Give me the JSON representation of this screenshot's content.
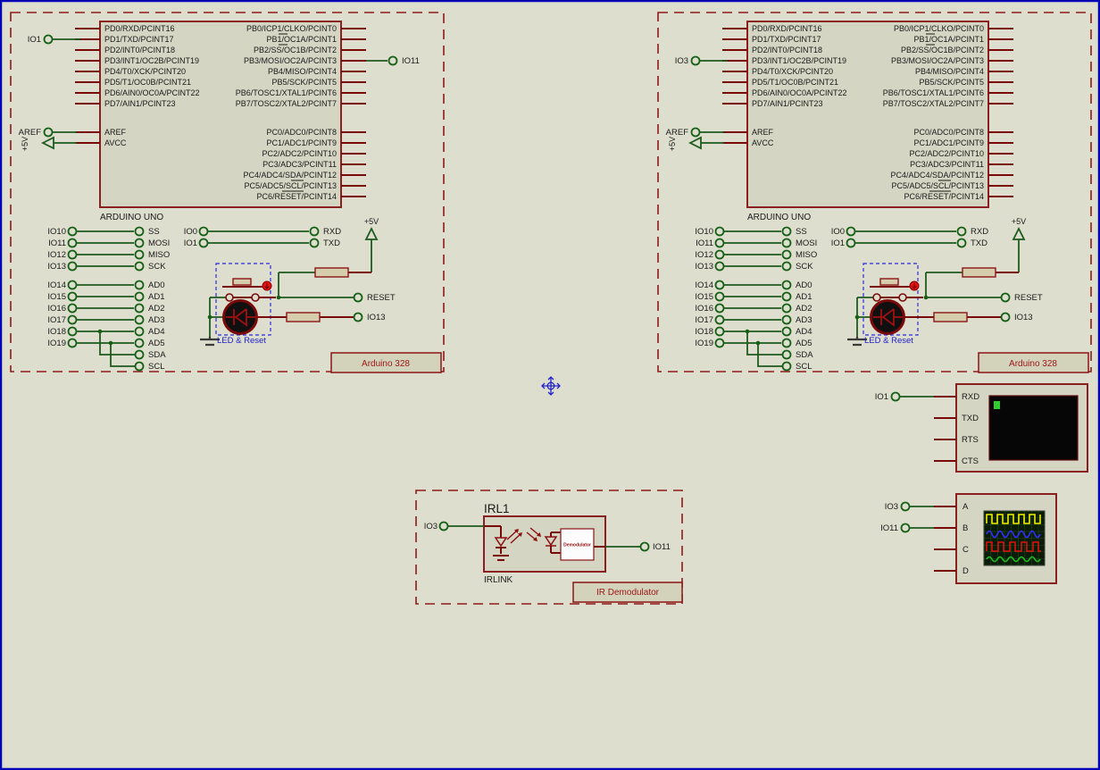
{
  "colors": {
    "canvas_bg": "#dedecf",
    "frame_blue": "#0000b4",
    "wire_green": "#1e5a1e",
    "component_red": "#8b2020",
    "dashed_border_red": "#8f1a1a",
    "selection_blue": "#2a2ae0",
    "tag_text_red": "#9e1414",
    "terminal_cursor_green": "#2ecc2e",
    "trace_yellow": "#f0f000",
    "trace_blue": "#3030ff",
    "trace_red": "#e01010",
    "trace_green": "#20c020"
  },
  "arduino": {
    "title": "ARDUINO UNO",
    "tag": "Arduino 328",
    "aref": "AREF",
    "power": "+5V",
    "reset": "RESET",
    "io13": "IO13",
    "led_reset": "LED & Reset",
    "pins_left": [
      "PD0/RXD/PCINT16",
      "PD1/TXD/PCINT17",
      "PD2/INT0/PCINT18",
      "PD3/INT1/OC2B/PCINT19",
      "PD4/T0/XCK/PCINT20",
      "PD5/T1/OC0B/PCINT21",
      "PD6/AIN0/OC0A/PCINT22",
      "PD7/AIN1/PCINT23",
      "AREF",
      "AVCC"
    ],
    "pins_right_top": [
      "PB0/ICP1/CLKO/PCINT0",
      "PB1/OC1A/PCINT1",
      "PB2/SS/OC1B/PCINT2",
      "PB3/MOSI/OC2A/PCINT3",
      "PB4/MISO/PCINT4",
      "PB5/SCK/PCINT5",
      "PB6/TOSC1/XTAL1/PCINT6",
      "PB7/TOSC2/XTAL2/PCINT7"
    ],
    "pins_right_bottom": [
      "PC0/ADC0/PCINT8",
      "PC1/ADC1/PCINT9",
      "PC2/ADC2/PCINT10",
      "PC3/ADC3/PCINT11",
      "PC4/ADC4/SDA/PCINT12",
      "PC5/ADC5/SCL/PCINT13",
      "PC6/RESET/PCINT14"
    ],
    "spi": [
      [
        "IO10",
        "SS"
      ],
      [
        "IO11",
        "MOSI"
      ],
      [
        "IO12",
        "MISO"
      ],
      [
        "IO13",
        "SCK"
      ]
    ],
    "serial": [
      [
        "IO0",
        "RXD"
      ],
      [
        "IO1",
        "TXD"
      ]
    ],
    "analog": [
      [
        "IO14",
        "AD0"
      ],
      [
        "IO15",
        "AD1"
      ],
      [
        "IO16",
        "AD2"
      ],
      [
        "IO17",
        "AD3"
      ],
      [
        "IO18",
        "AD4"
      ],
      [
        "IO19",
        "AD5"
      ]
    ],
    "i2c": [
      "SDA",
      "SCL"
    ]
  },
  "modules": {
    "left": {
      "input": "IO1",
      "output": "IO11"
    },
    "right": {
      "input": "IO3"
    }
  },
  "ir": {
    "ref": "IRL1",
    "name": "IRLINK",
    "inner": "Demodulator",
    "tag": "IR Demodulator",
    "input": "IO3",
    "output": "IO11"
  },
  "terminal": {
    "pins": [
      "RXD",
      "TXD",
      "RTS",
      "CTS"
    ],
    "input": "IO1"
  },
  "scope": {
    "pins": [
      "A",
      "B",
      "C",
      "D"
    ],
    "inputs": [
      "IO3",
      "IO11"
    ]
  }
}
